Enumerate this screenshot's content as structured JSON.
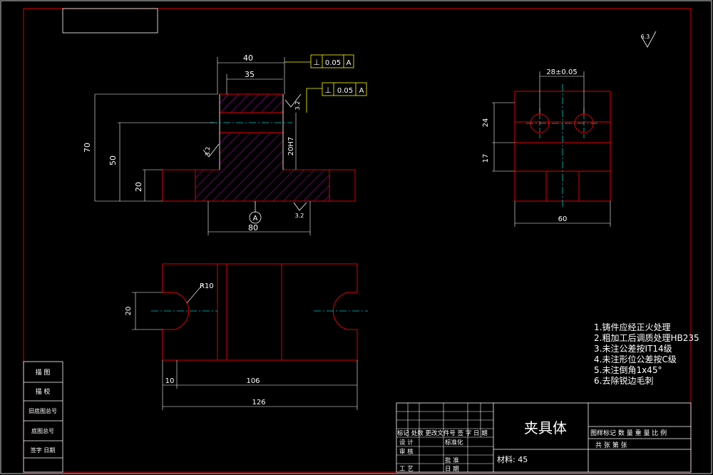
{
  "title_block": {
    "part_name": "夹具体",
    "material": "材料: 45",
    "row_left_1": "标记 处数 更改文件号 签 字 日 期",
    "row_left_2a": "设 计",
    "row_left_2b": "标准化",
    "row_left_3a": "审 核",
    "row_left_3b": "批 准",
    "row_left_4a": "工 艺",
    "row_left_4b": "日 期",
    "row_right_1": "图样标记  数 量  重 量  比 例",
    "row_right_2": "共    张   第    张"
  },
  "side_table": [
    "描 图",
    "描 校",
    "旧底图总号",
    "底图总号",
    "签字  日期"
  ],
  "tech_notes": [
    "1.铸件应经正火处理",
    "2.粗加工后调质处理HB235",
    "3.未注公差按IT14级",
    "4.未注形位公差按C级",
    "5.未注倒角1x45°",
    "6.去除锐边毛刺"
  ],
  "dimensions": {
    "front_top_width": "40",
    "front_inner_width": "35",
    "front_overall_height": "70",
    "front_mid_height": "50",
    "front_base_height": "20",
    "front_base_width": "80",
    "front_bore": "20H7",
    "side_hole_spacing": "28±0.05",
    "side_upper_height": "24",
    "side_lower_height": "17",
    "side_width": "60",
    "plan_radius": "R10",
    "plan_slot_width": "20",
    "plan_offset": "10",
    "plan_inner_width": "106",
    "plan_overall_width": "126"
  },
  "tolerances": {
    "perp_1_symbol": "⊥",
    "perp_1_value": "0.05",
    "perp_1_datum": "A",
    "perp_2_symbol": "⊥",
    "perp_2_value": "0.05",
    "perp_2_datum": "A",
    "datum_label": "A"
  },
  "roughness": {
    "r1": "3.2",
    "r2": "3.2",
    "r3": "3.2",
    "r4": "6.3"
  }
}
